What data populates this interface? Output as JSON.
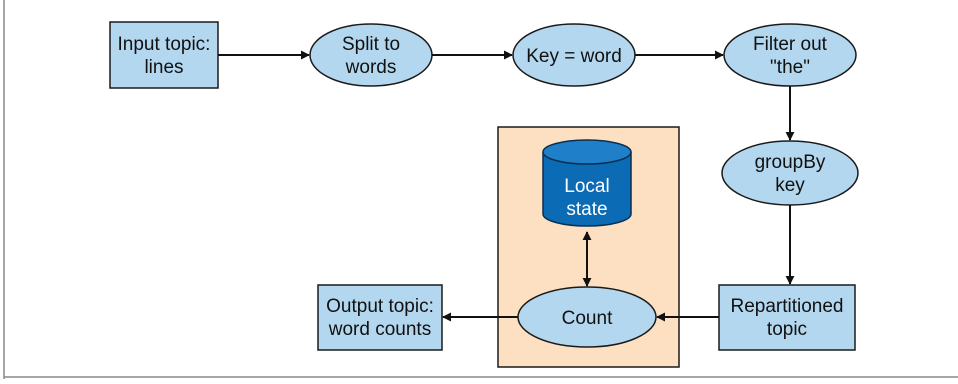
{
  "nodes": {
    "input_topic": {
      "line1": "Input topic:",
      "line2": "lines"
    },
    "split": {
      "line1": "Split to",
      "line2": "words"
    },
    "key": {
      "line1": "Key = word"
    },
    "filter": {
      "line1": "Filter out",
      "line2": "\"the\""
    },
    "groupby": {
      "line1": "groupBy",
      "line2": "key"
    },
    "repartitioned": {
      "line1": "Repartitioned",
      "line2": "topic"
    },
    "count": {
      "line1": "Count"
    },
    "local_state": {
      "line1": "Local",
      "line2": "state"
    },
    "output_topic": {
      "line1": "Output topic:",
      "line2": "word counts"
    }
  },
  "colors": {
    "node_fill": "#b3d7ef",
    "node_stroke": "#1a1a1a",
    "group_fill": "#fde0c2",
    "db_fill": "#0b6bb5",
    "db_stroke": "#0a2f50",
    "frame": "#888888"
  }
}
